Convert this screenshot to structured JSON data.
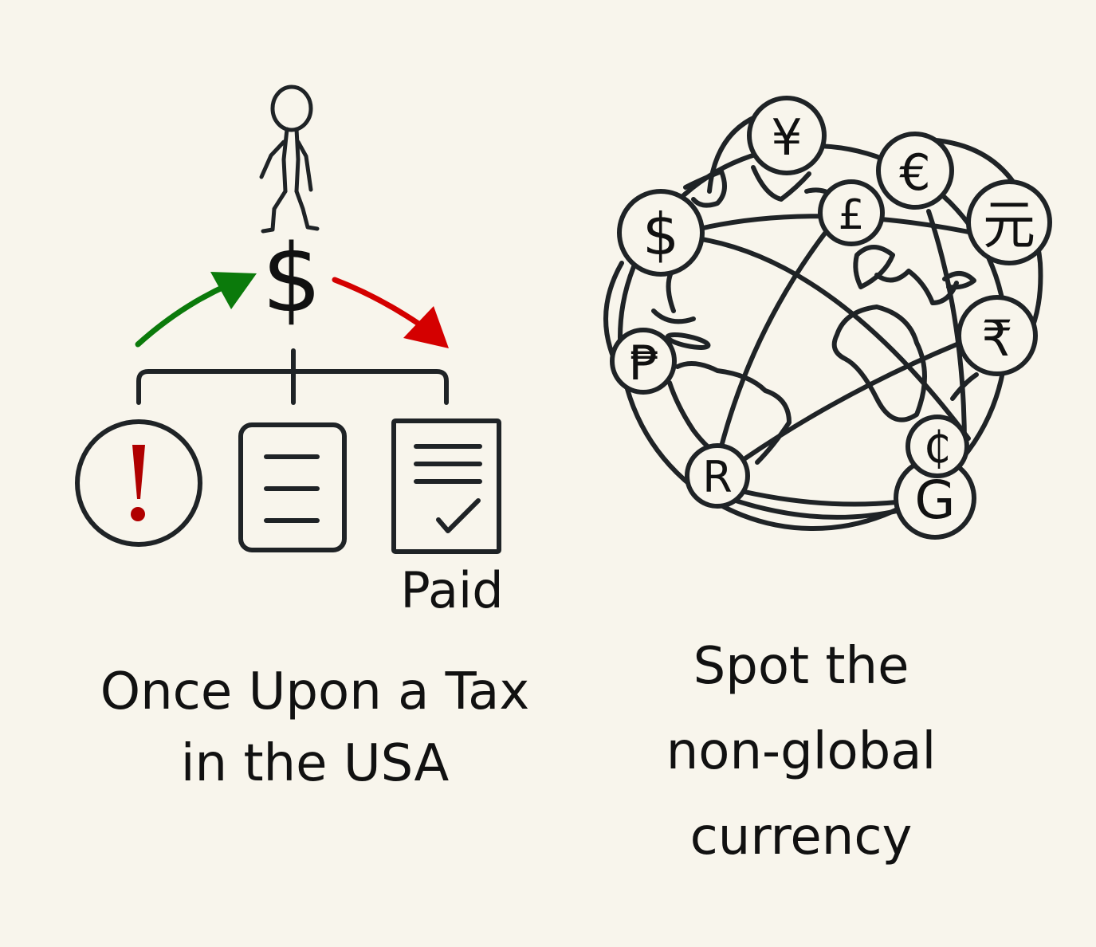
{
  "left": {
    "dollar_symbol": "$",
    "alert_symbol": "!",
    "paid_label": "Paid",
    "caption_lines": [
      "Once Upon a Tax",
      "in the USA"
    ],
    "colors": {
      "up_arrow": "#0b7a0b",
      "down_arrow": "#d40000",
      "alert": "#b00000",
      "ink": "#1f2326"
    }
  },
  "right": {
    "currency_symbols": {
      "yen": "¥",
      "euro": "€",
      "pound": "£",
      "dollar": "$",
      "yuan": "元",
      "rupee": "₹",
      "peso": "₱",
      "cedi": "₵",
      "rand": "R",
      "g": "G"
    },
    "caption_lines": [
      "Spot the",
      "non-global",
      "currency"
    ]
  }
}
